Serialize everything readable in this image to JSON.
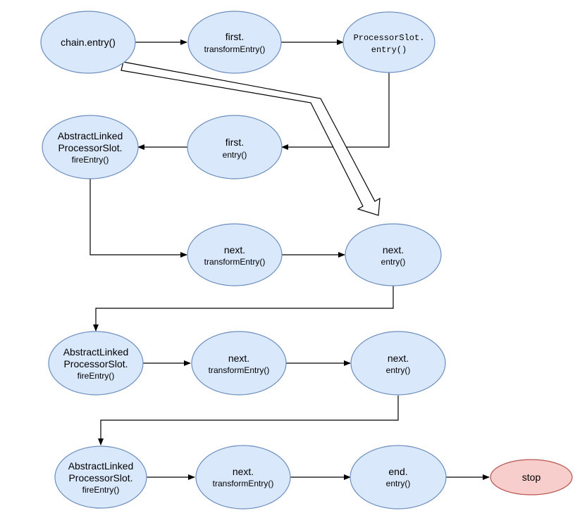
{
  "nodes": {
    "chain_entry": {
      "lines": [
        "chain.entry()"
      ]
    },
    "first_transform": {
      "lines": [
        "first.",
        "transformEntry()"
      ]
    },
    "processor_slot_entry": {
      "lines": [
        "ProcessorSlot.",
        "entry()"
      ]
    },
    "first_entry": {
      "lines": [
        "first.",
        "entry()"
      ]
    },
    "abstract_fire_1": {
      "lines": [
        "AbstractLinked",
        "ProcessorSlot.",
        "fireEntry()"
      ]
    },
    "next_transform_1": {
      "lines": [
        "next.",
        "transformEntry()"
      ]
    },
    "next_entry_1": {
      "lines": [
        "next.",
        "entry()"
      ]
    },
    "abstract_fire_2": {
      "lines": [
        "AbstractLinked",
        "ProcessorSlot.",
        "fireEntry()"
      ]
    },
    "next_transform_2": {
      "lines": [
        "next.",
        "transformEntry()"
      ]
    },
    "next_entry_2": {
      "lines": [
        "next.",
        "entry()"
      ]
    },
    "abstract_fire_3": {
      "lines": [
        "AbstractLinked",
        "ProcessorSlot.",
        "fireEntry()"
      ]
    },
    "next_transform_3": {
      "lines": [
        "next.",
        "transformEntry()"
      ]
    },
    "end_entry": {
      "lines": [
        "end.",
        "entry()"
      ]
    },
    "stop": {
      "lines": [
        "stop"
      ]
    }
  },
  "colors": {
    "node_fill": "#dae8fc",
    "node_stroke": "#6c8ebf",
    "stop_fill": "#f8cecc",
    "stop_stroke": "#b85450"
  }
}
